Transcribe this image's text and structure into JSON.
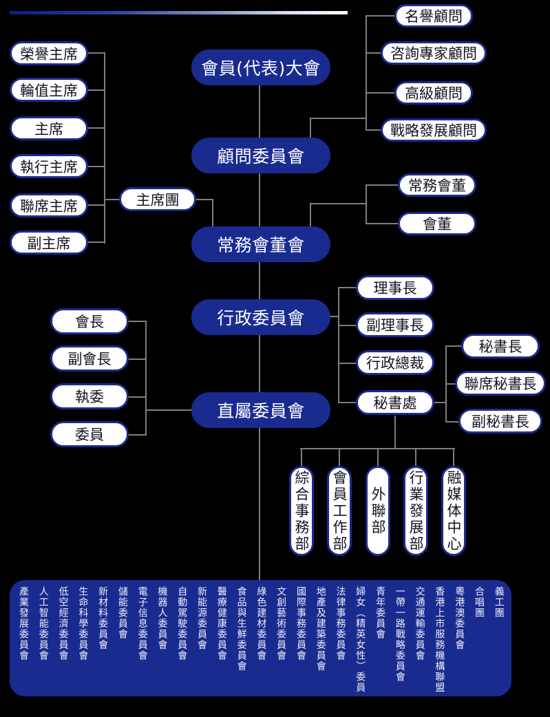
{
  "spine": {
    "assembly": "會員(代表)大會",
    "advisory_committee": "顧問委員會",
    "standing_board": "常務會董會",
    "executive_committee": "行政委員會",
    "direct_committees": "直屬委員會"
  },
  "chair_group": {
    "label": "主席團",
    "members": [
      "榮譽主席",
      "輪值主席",
      "主席",
      "執行主席",
      "聯席主席",
      "副主席"
    ]
  },
  "advisors": [
    "名譽顧問",
    "咨詢專家顧問",
    "高級顧問",
    "戰略發展顧問"
  ],
  "board_members": [
    "常務會董",
    "會董"
  ],
  "executive_officers": [
    "理事長",
    "副理事長",
    "行政總裁",
    "秘書處"
  ],
  "secretariat_roles": [
    "秘書長",
    "聯席秘書長",
    "副秘書長"
  ],
  "departments": [
    "綜合事務部",
    "會員工作部",
    "外聯部",
    "行業發展部",
    "融媒体中心"
  ],
  "membership_roles": [
    "會長",
    "副會長",
    "執委",
    "委員"
  ],
  "committees": [
    "產業發展委員會",
    "人工智能委員會",
    "低空經濟委員會",
    "生命科學委員會",
    "新材料委員會",
    "儲能委員會",
    "電子信息委員會",
    "機器人委員會",
    "自動駕駛委員會",
    "新能源委員會",
    "醫療健康委員會",
    "食品與生鮮委員會",
    "綠色建材委員會",
    "文創藝術委員會",
    "國際事務委員會",
    "地產及建築委員會",
    "法律事務委員會",
    "婦女（精英女性）委員",
    "青年委員會",
    "一帶一路戰略委員會",
    "交通運輸委員會",
    "香港上市服務機構聯盟",
    "粵港澳委員會",
    "合唱團",
    "義工團"
  ],
  "colors": {
    "node_blue": "#1a2b90",
    "line_gray": "#7f7f7f",
    "background": "#000000",
    "light_text": "#eef0f8"
  }
}
